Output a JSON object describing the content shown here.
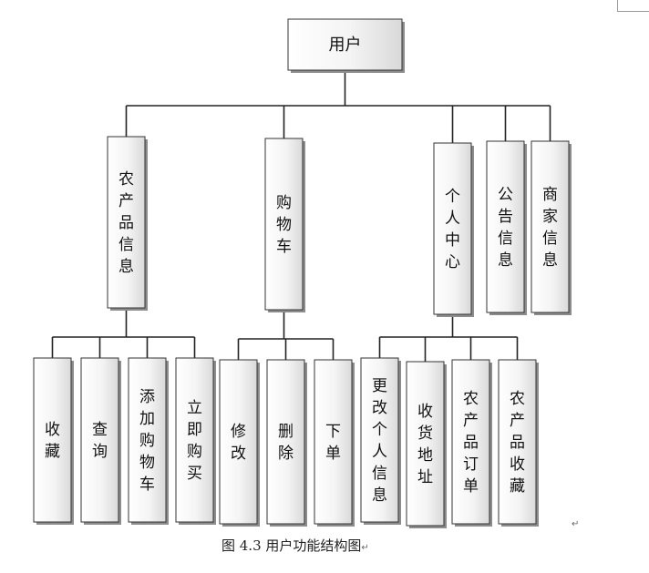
{
  "diagram": {
    "root": "用户",
    "modules": [
      {
        "label": "农产品信息",
        "children": [
          "收藏",
          "查询",
          "添加购物车",
          "立即购买"
        ]
      },
      {
        "label": "购物车",
        "children": [
          "修改",
          "删除",
          "下单"
        ]
      },
      {
        "label": "个人中心",
        "children": [
          "更改个人信息",
          "收货地址",
          "农产品订单",
          "农产品收藏"
        ]
      },
      {
        "label": "公告信息",
        "children": []
      },
      {
        "label": "商家信息",
        "children": []
      }
    ]
  },
  "caption": "图 4.3 用户功能结构图",
  "paragraph_mark": "↵"
}
